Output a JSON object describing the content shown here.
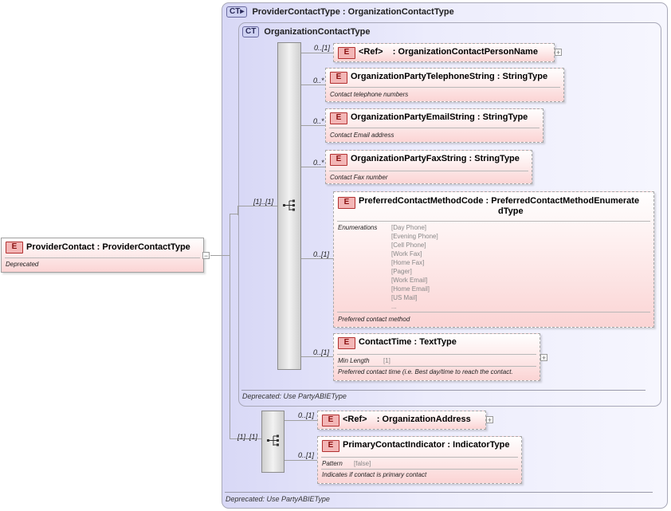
{
  "root_element": {
    "badge": "E",
    "name": "ProviderContact",
    "type": "ProviderContactType",
    "doc": "Deprecated",
    "collapse_symbol": "−"
  },
  "outer_type": {
    "badge": "CT",
    "name": "ProviderContactType",
    "base": "OrganizationContactType",
    "footer": "Deprecated: Use PartyABIEType"
  },
  "inner_type": {
    "badge": "CT",
    "name": "OrganizationContactType",
    "footer": "Deprecated: Use PartyABIEType"
  },
  "inner_sequence": {
    "occurrence": "[1]..[1]",
    "elements": [
      {
        "occurrence": "0..[1]",
        "badge": "E",
        "name": "<Ref>",
        "type": "OrganizationContactPersonName",
        "expand": "+"
      },
      {
        "occurrence": "0..*",
        "badge": "E",
        "name": "OrganizationPartyTelephoneString",
        "type": "StringType",
        "doc": "Contact telephone numbers"
      },
      {
        "occurrence": "0..*",
        "badge": "E",
        "name": "OrganizationPartyEmailString",
        "type": "StringType",
        "doc": "Contact Email address"
      },
      {
        "occurrence": "0..*",
        "badge": "E",
        "name": "OrganizationPartyFaxString",
        "type": "StringType",
        "doc": "Contact Fax number"
      },
      {
        "occurrence": "0..[1]",
        "badge": "E",
        "name": "PreferredContactMethodCode",
        "type_line1": "PreferredContactMethodEnumerate",
        "type_line2": "dType",
        "enum_label": "Enumerations",
        "enum_values": [
          "[Day Phone]",
          "[Evening Phone]",
          "[Cell Phone]",
          "[Work Fax]",
          "[Home Fax]",
          "[Pager]",
          "[Work Email]",
          "[Home Email]",
          "[US Mail]",
          "..."
        ],
        "doc": "Preferred contact method"
      },
      {
        "occurrence": "0..[1]",
        "badge": "E",
        "name": "ContactTime",
        "type": "TextType",
        "facet_label": "Min Length",
        "facet_value": "[1]",
        "doc": "Preferred contact time (i.e. Best day/time to reach the contact.",
        "expand": "+"
      }
    ]
  },
  "outer_sequence": {
    "occurrence": "[1]..[1]",
    "elements": [
      {
        "occurrence": "0..[1]",
        "badge": "E",
        "name": "<Ref>",
        "type": "OrganizationAddress",
        "expand": "+"
      },
      {
        "occurrence": "0..[1]",
        "badge": "E",
        "name": "PrimaryContactIndicator",
        "type": "IndicatorType",
        "facet_label": "Pattern",
        "facet_value": "[false]",
        "doc": "Indicates if contact is primary contact"
      }
    ]
  },
  "colors": {
    "element_fill": "#fbd4d4",
    "element_badge": "#f3b6b6",
    "complex_type_fill": "#d8d8f6",
    "connector": "#a0a0a0"
  },
  "icons": {
    "sequence": "sequence-compositor-icon",
    "ct_derived": "derived-type-icon"
  }
}
